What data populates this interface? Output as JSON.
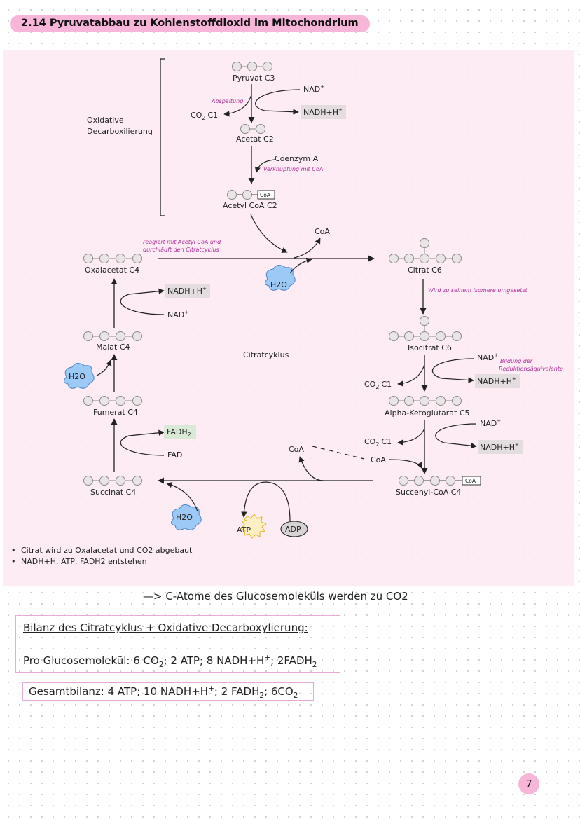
{
  "header": {
    "title": "2.14 Pyruvatabbau zu Kohlenstoffdioxid im Mitochondrium"
  },
  "diagram": {
    "section_oxidative": [
      "Oxidative",
      "Decarboxilierung"
    ],
    "pyruvat": "Pyruvat C3",
    "nad_1": "NAD",
    "abspaltung": "Abspaltung",
    "co2_1": "C1",
    "nadh_1": "NADH+H",
    "acetat": "Acetat C2",
    "coenzym": "Coenzym A",
    "verknuepfung": "Verknüpfung mit CoA",
    "coa_tag": "CoA",
    "acetylcoa": "Acetyl CoA C2",
    "coa_out": "CoA",
    "reagiert": [
      "reagiert mit Acetyl CoA und",
      "durchläuft den Citratcyklus"
    ],
    "oxalacetat": "Oxalacetat C4",
    "citrat": "Citrat C6",
    "h2o": "H2O",
    "isomere": "Wird zu seinem Isomere umgesetzt",
    "nadh_2": "NADH+H",
    "nad_2": "NAD",
    "malat": "Malat C4",
    "citratcyklus": "Citratcyklus",
    "isocitrat": "Isocitrat C6",
    "nad_3": "NAD",
    "bildung": [
      "Bildung der",
      "Reduktionsäquivalente"
    ],
    "co2_2": "C1",
    "nadh_3": "NADH+H",
    "fumerat": "Fumerat C4",
    "alpha": "Alpha-Ketoglutarat C5",
    "nad_4": "NAD",
    "fadh2": "FADH",
    "co2_3": "C1",
    "nadh_4": "NADH+H",
    "coa_left": "CoA",
    "coa_in": "CoA",
    "fad": "FAD",
    "succinat": "Succinat C4",
    "succinylcoa": "Succenyl-CoA C4",
    "atp": "ATP",
    "adp": "ADP",
    "co2_prefix": "CO",
    "plus_sup": "+",
    "sub_2": "2"
  },
  "bullets": [
    "Citrat wird zu Oxalacetat und CO2 abgebaut",
    "NADH+H, ATP, FADH2 entstehen"
  ],
  "conclusion": "—> C-Atome des Glucosemoleküls werden zu CO2",
  "bilanz": {
    "heading": "Bilanz des Citratcyklus + Oxidative Decarboxylierung:",
    "line_a": "Pro Glucosemolekül:  6 CO",
    "line_b": "; 2 ATP; 8 NADH+H",
    "line_c": "; 2FADH",
    "sub": "2",
    "sup": "+"
  },
  "gesamt": {
    "line_a": "Gesamtbilanz: 4 ATP; 10 NADH+H",
    "line_b": "; 2 FADH",
    "line_c": "; 6CO",
    "sub": "2",
    "sup": "+"
  },
  "page_number": "7",
  "colors": {
    "accent": "#f7b6d8",
    "panel": "#fdeaf2",
    "h2o": "#9cc9f5",
    "annotation": "#b0309a",
    "highlight": "#e4dde0"
  }
}
